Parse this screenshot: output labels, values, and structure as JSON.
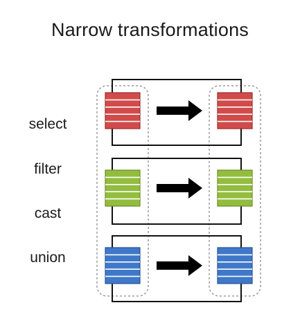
{
  "title": "Narrow transformations",
  "operations": [
    "select",
    "filter",
    "cast",
    "union"
  ],
  "partition_rows": [
    {
      "color": "#d24b4b",
      "stroke": "#9a2a2a"
    },
    {
      "color": "#93bd3f",
      "stroke": "#6a8c25"
    },
    {
      "color": "#3f78c9",
      "stroke": "#27508f"
    }
  ]
}
